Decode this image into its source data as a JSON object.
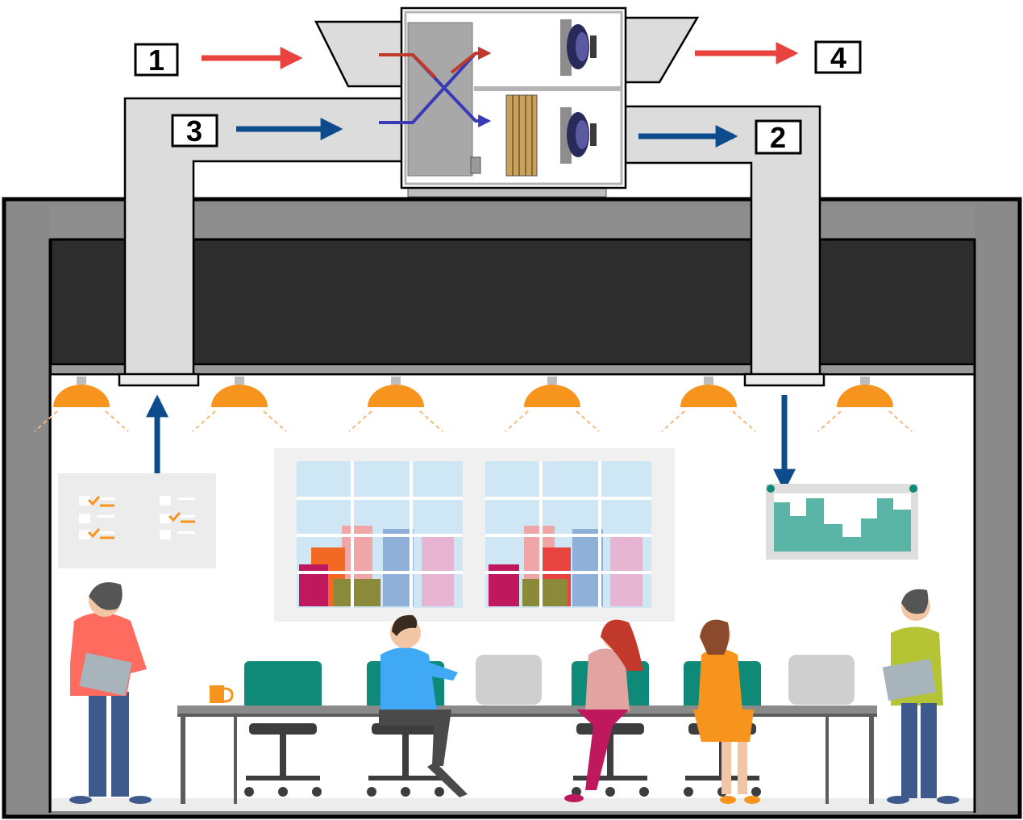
{
  "labels": {
    "outdoor_air_in": "1",
    "supply_air": "2",
    "extract_air": "3",
    "exhaust_air": "4"
  },
  "colors": {
    "warm_flow": "#e8433e",
    "cool_flow": "#0d4b8c",
    "duct": "#dcdcdc",
    "building_wall": "#8a8a8a",
    "ceiling_cavity": "#2d2d2d",
    "lamp": "#f7941d",
    "chart_fill": "#5ab5a6",
    "desk_chair": "#0f8a78"
  },
  "icons": {
    "heat_exchanger": "crossflow-heat-exchanger-icon",
    "fan": "fan-icon",
    "filter": "filter-icon",
    "lamp": "ceiling-lamp-icon",
    "window": "city-window-icon",
    "chart": "wall-chart-icon",
    "checklist": "checklist-board-icon",
    "people": "office-worker-icon",
    "laptop": "laptop-icon",
    "mug": "mug-icon"
  }
}
